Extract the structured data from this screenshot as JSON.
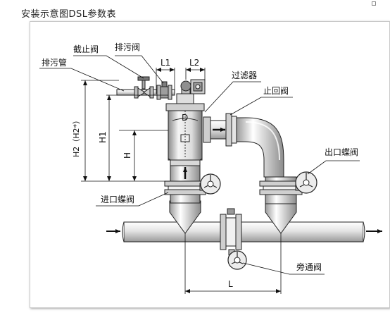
{
  "page": {
    "caption": "安装示意图DSL参数表"
  },
  "diagram": {
    "labels": {
      "drain_pipe": "排污管",
      "stop_valve": "截止阀",
      "drain_valve": "排污阀",
      "filter": "过滤器",
      "check_valve": "止回阀",
      "outlet_butterfly_valve": "出口蝶阀",
      "inlet_butterfly_valve": "进口蝶阀",
      "bypass_valve": "旁通阀"
    },
    "dimensions": {
      "l1": "L1",
      "l2": "L2",
      "d": "D",
      "h1": "H1",
      "h2": "H2（H2*）",
      "h": "H",
      "l": "L"
    }
  }
}
